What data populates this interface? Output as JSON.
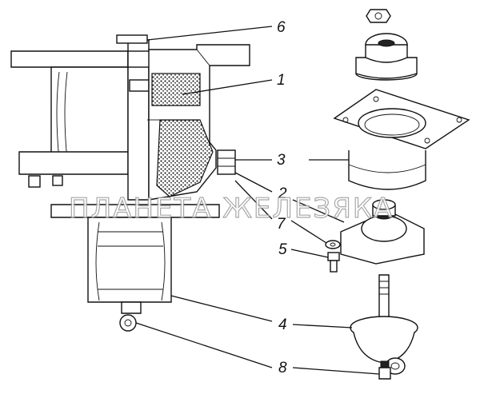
{
  "watermark": "ПЛАНЕТА ЖЕЛЕЗЯКА",
  "callouts": [
    {
      "id": "6",
      "label": "6"
    },
    {
      "id": "1",
      "label": "1"
    },
    {
      "id": "3",
      "label": "3"
    },
    {
      "id": "2",
      "label": "2"
    },
    {
      "id": "7",
      "label": "7"
    },
    {
      "id": "5",
      "label": "5"
    },
    {
      "id": "4",
      "label": "4"
    },
    {
      "id": "8",
      "label": "8"
    }
  ]
}
